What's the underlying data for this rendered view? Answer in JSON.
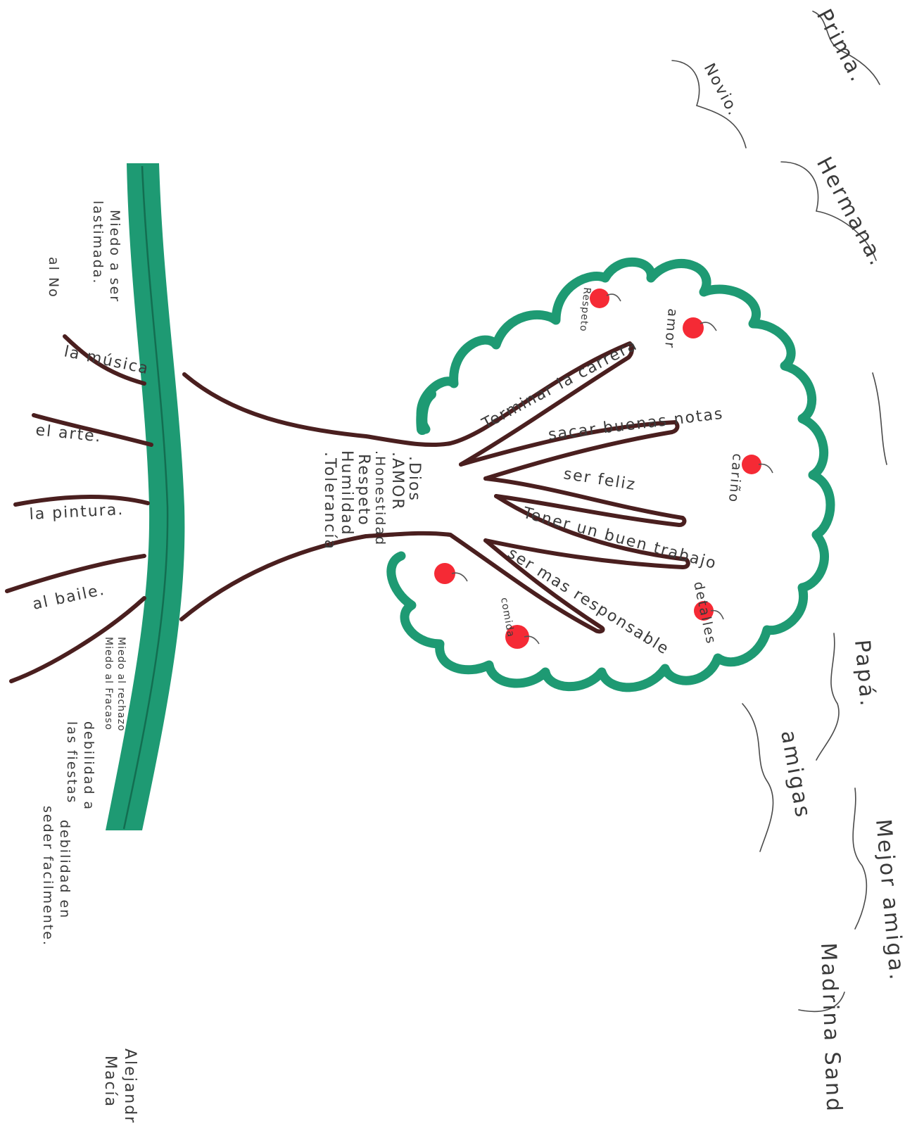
{
  "relations": [
    "Prima.",
    "Novio.",
    "Hermana.",
    "Papá.",
    "amigas",
    "Mejor amiga.",
    "Madrina Sand"
  ],
  "goals": [
    "Terminar la carrera",
    "sacar buenas notas",
    "ser feliz",
    "Tener un buen trabajo",
    "ser mas responsable"
  ],
  "values": [
    ".Dios",
    ".AMOR",
    ".Honestidad",
    "Respeto",
    "Humildad",
    ".Tolerancía"
  ],
  "fruits": [
    "Respeto",
    "amor",
    "cariño",
    "detalles",
    "comida"
  ],
  "roots": [
    "la música",
    "el arte.",
    "la pintura.",
    "al baile."
  ],
  "fears": [
    [
      "Miedo a ser",
      "lastimada."
    ],
    [
      "al No"
    ],
    [
      "Miedo al rechazo",
      "Miedo al Fracaso"
    ],
    [
      "debilidad a",
      "las fiestas"
    ],
    [
      "debilidad en",
      "seder facilmente."
    ]
  ],
  "signature": [
    "Alejandr",
    "Macía"
  ],
  "colors": {
    "canopy": "#1e9a73",
    "branches": "#4a1f1f",
    "apples": "#f52a35",
    "text": "#3a3a3a"
  }
}
